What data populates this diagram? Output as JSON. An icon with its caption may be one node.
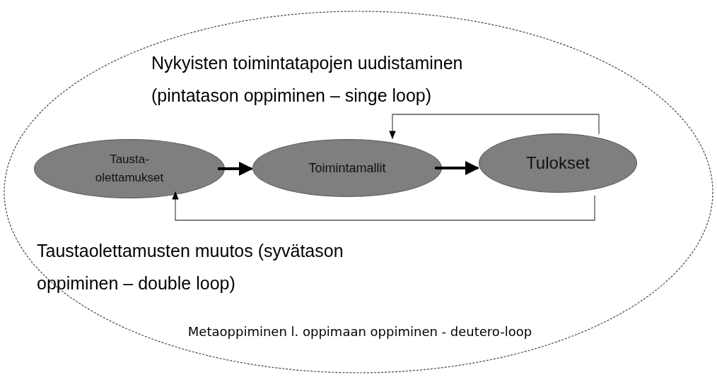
{
  "diagram": {
    "nodes": [
      {
        "text": [
          "Nykyisten toimintatapojen uudistaminen (pintatason oppiminen – singe loop)",
          "Taustaolettamusten muutos (syvätason oppiminen – double loop)",
          "Metaoppiminen l. oppimaan oppiminen - deutero-loop"
        ]
      },
      {
        "text": [
          "Tausta- olettamukset"
        ],
        "in": 0
      },
      {
        "text": [
          "Toimintamallit"
        ],
        "in": 0
      },
      {
        "text": [
          "Tulokset"
        ],
        "in": 0
      }
    ],
    "edges": [
      {
        "from": 1,
        "to": 2,
        "arrow": "to",
        "style": "thick"
      },
      {
        "from": 2,
        "to": 3,
        "arrow": "to",
        "style": "thick"
      },
      {
        "from": 3,
        "to": 2,
        "arrow": "to"
      },
      {
        "from": 3,
        "to": 1,
        "arrow": "to"
      }
    ]
  }
}
